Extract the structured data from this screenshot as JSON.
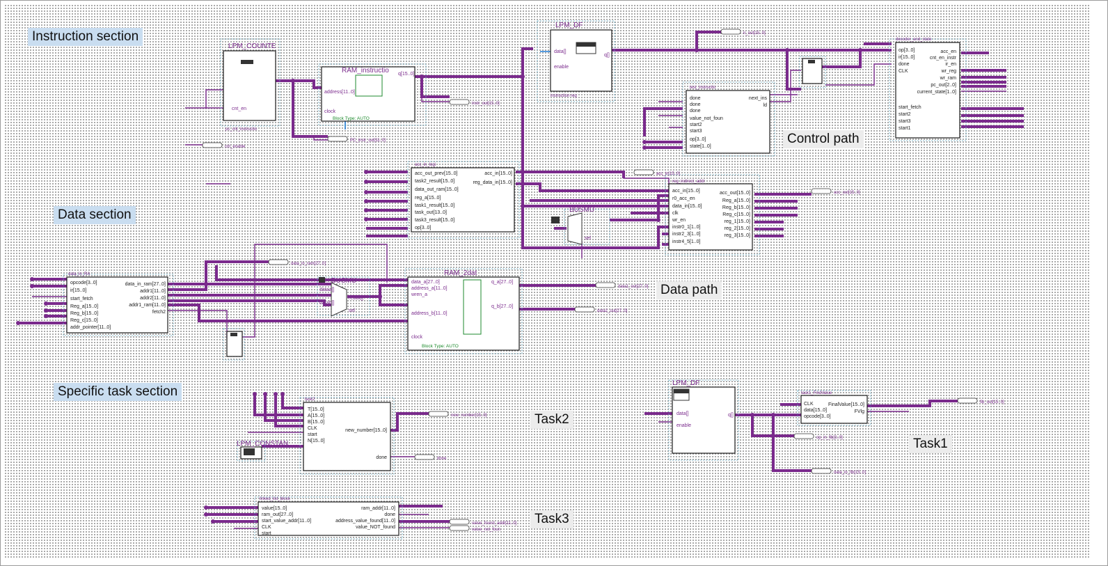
{
  "section_labels": {
    "instruction": "Instruction section",
    "data": "Data section",
    "specific_task": "Specific task section"
  },
  "path_labels": {
    "control": "Control path",
    "data": "Data path",
    "task1": "Task1",
    "task2": "Task2",
    "task3": "Task3"
  },
  "blocks": {
    "lpm_counter": {
      "title": "LPM_COUNTE",
      "ports": [
        "cnt_en"
      ],
      "footer": "pc_cnt_instructio"
    },
    "ram_instruction": {
      "title": "RAM_instructio",
      "ports": [
        "address[11..0]",
        "clock",
        "q[15..0]"
      ],
      "footer": "Block Type: AUTO"
    },
    "lpm_dff_top": {
      "title": "LPM_DF",
      "ports": [
        "data[]",
        "enable",
        "q[]"
      ],
      "footer": "instruction reg"
    },
    "decoder": {
      "title": "decoder_and_state",
      "in_ports": [
        "op[3..0]",
        "ir[15..0]",
        "done",
        "CLK"
      ],
      "out_ports": [
        "acc_en",
        "cnt_en_instr",
        "ir_en",
        "wr_reg",
        "wr_ram",
        "pc_out[2..0]",
        "current_state[1..0]",
        "start_fetch",
        "start2",
        "start3",
        "start1"
      ]
    },
    "test_instruction": {
      "title": "test_instructio",
      "in_ports": [
        "done",
        "done",
        "done",
        "value_not_foun",
        "start2",
        "start3",
        "op[3..0]",
        "state[1..0]"
      ],
      "out_ports": [
        "next_ins",
        "ld"
      ]
    },
    "acc_in_logic": {
      "title": "acc_in_logi",
      "in_ports": [
        "acc_out_prev[15..0]",
        "task2_result[15..0]",
        "data_out_ram[15..0]",
        "reg_a[15..0]",
        "task1_result[15..0]",
        "task_out[13..0]",
        "task3_result[15..0]",
        "op[3..0]"
      ],
      "out_ports": [
        "acc_in[15..0]",
        "reg_data_in[15..0]"
      ]
    },
    "reg_indirect": {
      "title": "reg_indirect_addr",
      "in_ports": [
        "acc_in[15..0]",
        "r0_acc_en",
        "data_in[15..0]",
        "clk",
        "wr_en",
        "instr0_1[1..0]",
        "instr2_3[1..0]",
        "instr4_5[1..0]"
      ],
      "out_ports": [
        "acc_out[15..0]",
        "Reg_a[15..0]",
        "Reg_b[15..0]",
        "Reg_c[15..0]",
        "reg_1[15..0]",
        "reg_2[15..0]",
        "reg_3[15..0]"
      ]
    },
    "busmux_top": {
      "title": "BUSMU",
      "ports": [
        "sel"
      ]
    },
    "data_in_ra": {
      "title": "data_in_RA",
      "in_ports": [
        "opcode[3..0]",
        "ir[15..0]",
        "start_fetch",
        "Reg_a[15..0]",
        "Reg_b[15..0]",
        "Reg_c[15..0]",
        "addr_pointer[11..0]"
      ],
      "out_ports": [
        "data_in_ram[27..0]",
        "addr1[11..0]",
        "addr2[11..0]",
        "addr1_ram[11..0]",
        "fetch2"
      ]
    },
    "busmux_mid": {
      "title": "BUSMU",
      "ports": [
        "dataa[]",
        "datab[]",
        "result[]",
        "sel"
      ]
    },
    "ram_2port": {
      "title": "RAM_2dat",
      "ports": [
        "data_a[27..0]",
        "address_a[11..0]",
        "wren_a",
        "address_b[11..0]",
        "clock",
        "q_a[27..0]",
        "q_b[27..0]"
      ],
      "footer": "Block Type: AUTO"
    },
    "lpm_dff_task1": {
      "title": "LPM_DF",
      "ports": [
        "data[]",
        "enable",
        "q[]"
      ]
    },
    "task1_block": {
      "title": "task1_FindValue",
      "in_ports": [
        "CLK",
        "data[15..0]",
        "opcode[3..0]"
      ],
      "out_ports": [
        "FinalValue[15..0]",
        "FVlg"
      ]
    },
    "task2_block": {
      "title": "task2",
      "in_ports": [
        "T[15..0]",
        "A[15..0]",
        "B[15..0]",
        "CLK",
        "start",
        "N[15..0]"
      ],
      "out_ports": [
        "new_number[15..0]",
        "done"
      ]
    },
    "lpm_constant": {
      "title": "LPM_CONSTAN"
    },
    "task3_block": {
      "title": "linked_list_block",
      "in_ports": [
        "value[15..0]",
        "ram_out[27..0]",
        "start_value_addr[11..0]",
        "CLK",
        "start"
      ],
      "out_ports": [
        "ram_addr[11..0]",
        "done",
        "address_value_found[11..0]",
        "value_NOT_found"
      ]
    }
  },
  "pin_labels": {
    "ir_out": "ir_out[15..0]",
    "instr_out": "instr_out[15..0]",
    "pc_instr_out": "PC_instr_out[11..0]",
    "cnt_enable": "cnt_enable",
    "acc_in": "acc_in[15..0]",
    "acc_out": "acc_out[15..0]",
    "data_in_ram": "data_in_ram[27..0]",
    "data1_out": "data1_out[27..0]",
    "data2_out": "data2_out[27..0]",
    "new_number": "new_number[15..0]",
    "done": "done",
    "fib_out": "fib_out[15..0]",
    "op_in_fib": "op_in_fib[3..0]",
    "data_in_fib": "data_in_fib[15..0]",
    "value_found_addr": "value_found_addr[11..0]",
    "value_not_foun": "value_not_foun"
  },
  "colors": {
    "wire": "#7a2a8c",
    "clock_wire": "#1e7bd6",
    "section_label_bg": "#c9ddf0",
    "path_label_bg": "#ececec",
    "block_text_green": "#1c8a2c"
  }
}
